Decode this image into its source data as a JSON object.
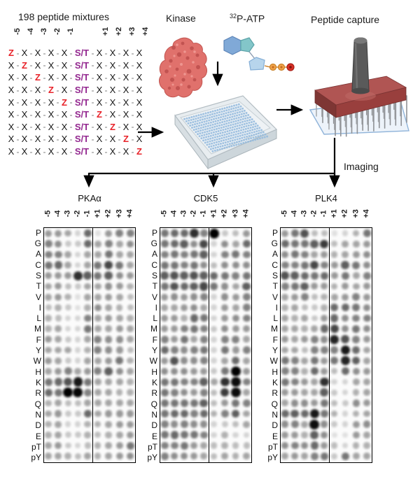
{
  "figure": {
    "title": "198 peptide mixtures",
    "kinase_label": "Kinase",
    "atp_label_sup": "32",
    "atp_label_main": "P-ATP",
    "capture_label": "Peptide capture",
    "imaging_label": "Imaging"
  },
  "colors": {
    "variable_residue_red": "#e8232a",
    "phosphoacceptor_purple": "#93278f",
    "kinase_blob": "#e0716c",
    "stamp_red": "#a94a47",
    "membrane_blue": "#8fb3d9",
    "plate_well_blue": "#93badd",
    "phosphate_orange": "#f0a44c",
    "gamma_phosphate_red": "#da3025"
  },
  "peptide_panel": {
    "positions": [
      "-5",
      "-4",
      "-3",
      "-2",
      "-1",
      "+1",
      "+2",
      "+3",
      "+4"
    ],
    "center_token": "S/T",
    "rows": [
      [
        "Z",
        "X",
        "X",
        "X",
        "X",
        "S/T",
        "X",
        "X",
        "X",
        "X"
      ],
      [
        "X",
        "Z",
        "X",
        "X",
        "X",
        "S/T",
        "X",
        "X",
        "X",
        "X"
      ],
      [
        "X",
        "X",
        "Z",
        "X",
        "X",
        "S/T",
        "X",
        "X",
        "X",
        "X"
      ],
      [
        "X",
        "X",
        "X",
        "Z",
        "X",
        "S/T",
        "X",
        "X",
        "X",
        "X"
      ],
      [
        "X",
        "X",
        "X",
        "X",
        "Z",
        "S/T",
        "X",
        "X",
        "X",
        "X"
      ],
      [
        "X",
        "X",
        "X",
        "X",
        "X",
        "S/T",
        "Z",
        "X",
        "X",
        "X"
      ],
      [
        "X",
        "X",
        "X",
        "X",
        "X",
        "S/T",
        "X",
        "Z",
        "X",
        "X"
      ],
      [
        "X",
        "X",
        "X",
        "X",
        "X",
        "S/T",
        "X",
        "X",
        "Z",
        "X"
      ],
      [
        "X",
        "X",
        "X",
        "X",
        "X",
        "S/T",
        "X",
        "X",
        "X",
        "Z"
      ]
    ]
  },
  "arrays_section": {
    "row_labels": [
      "P",
      "G",
      "A",
      "C",
      "S",
      "T",
      "V",
      "I",
      "L",
      "M",
      "F",
      "Y",
      "W",
      "H",
      "K",
      "R",
      "Q",
      "N",
      "D",
      "E",
      "pT",
      "pY"
    ],
    "col_labels": [
      "-5",
      "-4",
      "-3",
      "-2",
      "-1",
      "+1",
      "+2",
      "+3",
      "+4"
    ],
    "arrays": [
      {
        "name": "PKAα",
        "dots": [
          [
            0.35,
            0.35,
            0.3,
            0.1,
            0.55,
            0.05,
            0.35,
            0.45,
            0.45
          ],
          [
            0.45,
            0.4,
            0.15,
            0.15,
            0.55,
            0.3,
            0.45,
            0.3,
            0.4
          ],
          [
            0.45,
            0.45,
            0.3,
            0.1,
            0.3,
            0.3,
            0.5,
            0.3,
            0.3
          ],
          [
            0.5,
            0.55,
            0.3,
            0.1,
            0.3,
            0.5,
            0.7,
            0.5,
            0.3
          ],
          [
            0.35,
            0.35,
            0.35,
            0.8,
            0.6,
            0.5,
            0.6,
            0.4,
            0.35
          ],
          [
            0.3,
            0.35,
            0.2,
            0.15,
            0.3,
            0.3,
            0.4,
            0.35,
            0.25
          ],
          [
            0.3,
            0.35,
            0.25,
            0.05,
            0.3,
            0.3,
            0.35,
            0.3,
            0.2
          ],
          [
            0.2,
            0.25,
            0.15,
            0.05,
            0.25,
            0.4,
            0.3,
            0.25,
            0.2
          ],
          [
            0.25,
            0.2,
            0.1,
            0.1,
            0.45,
            0.3,
            0.35,
            0.3,
            0.25
          ],
          [
            0.25,
            0.3,
            0.1,
            0.1,
            0.5,
            0.3,
            0.3,
            0.35,
            0.3
          ],
          [
            0.35,
            0.3,
            0.15,
            0.1,
            0.3,
            0.45,
            0.4,
            0.4,
            0.3
          ],
          [
            0.3,
            0.3,
            0.3,
            0.1,
            0.25,
            0.45,
            0.4,
            0.35,
            0.2
          ],
          [
            0.35,
            0.3,
            0.15,
            0.1,
            0.3,
            0.3,
            0.35,
            0.5,
            0.25
          ],
          [
            0.3,
            0.35,
            0.45,
            0.3,
            0.35,
            0.45,
            0.6,
            0.4,
            0.3
          ],
          [
            0.5,
            0.55,
            0.65,
            0.9,
            0.5,
            0.3,
            0.3,
            0.3,
            0.25
          ],
          [
            0.55,
            0.5,
            1.0,
            0.97,
            0.45,
            0.3,
            0.3,
            0.25,
            0.25
          ],
          [
            0.25,
            0.3,
            0.2,
            0.2,
            0.3,
            0.3,
            0.3,
            0.3,
            0.3
          ],
          [
            0.3,
            0.35,
            0.15,
            0.15,
            0.55,
            0.3,
            0.35,
            0.35,
            0.35
          ],
          [
            0.25,
            0.3,
            0.1,
            0.1,
            0.25,
            0.25,
            0.3,
            0.35,
            0.35
          ],
          [
            0.25,
            0.3,
            0.15,
            0.15,
            0.25,
            0.2,
            0.25,
            0.3,
            0.35
          ],
          [
            0.3,
            0.35,
            0.15,
            0.1,
            0.2,
            0.25,
            0.3,
            0.35,
            0.5
          ],
          [
            0.3,
            0.3,
            0.25,
            0.2,
            0.3,
            0.25,
            0.3,
            0.35,
            0.4
          ]
        ]
      },
      {
        "name": "CDK5",
        "dots": [
          [
            0.5,
            0.55,
            0.55,
            0.8,
            0.45,
            1.0,
            0.15,
            0.2,
            0.35
          ],
          [
            0.5,
            0.55,
            0.6,
            0.4,
            0.7,
            0.1,
            0.4,
            0.3,
            0.55
          ],
          [
            0.45,
            0.5,
            0.45,
            0.5,
            0.6,
            0.1,
            0.45,
            0.5,
            0.45
          ],
          [
            0.5,
            0.5,
            0.45,
            0.5,
            0.4,
            0.2,
            0.4,
            0.4,
            0.4
          ],
          [
            0.6,
            0.65,
            0.6,
            0.65,
            0.6,
            0.55,
            0.5,
            0.45,
            0.5
          ],
          [
            0.5,
            0.65,
            0.55,
            0.6,
            0.7,
            0.5,
            0.4,
            0.3,
            0.6
          ],
          [
            0.35,
            0.4,
            0.35,
            0.4,
            0.45,
            0.1,
            0.4,
            0.35,
            0.45
          ],
          [
            0.3,
            0.3,
            0.35,
            0.4,
            0.3,
            0.1,
            0.35,
            0.3,
            0.45
          ],
          [
            0.35,
            0.35,
            0.25,
            0.55,
            0.5,
            0.1,
            0.35,
            0.4,
            0.45
          ],
          [
            0.35,
            0.35,
            0.45,
            0.5,
            0.45,
            0.15,
            0.4,
            0.35,
            0.35
          ],
          [
            0.45,
            0.35,
            0.5,
            0.3,
            0.45,
            0.1,
            0.45,
            0.45,
            0.3
          ],
          [
            0.55,
            0.45,
            0.4,
            0.45,
            0.5,
            0.1,
            0.5,
            0.35,
            0.45
          ],
          [
            0.35,
            0.65,
            0.4,
            0.4,
            0.45,
            0.1,
            0.3,
            0.55,
            0.3
          ],
          [
            0.4,
            0.4,
            0.4,
            0.35,
            0.35,
            0.15,
            0.5,
            1.0,
            0.35
          ],
          [
            0.5,
            0.5,
            0.45,
            0.45,
            0.6,
            0.3,
            0.8,
            0.95,
            0.45
          ],
          [
            0.5,
            0.45,
            0.4,
            0.35,
            0.45,
            0.2,
            0.75,
            0.95,
            0.3
          ],
          [
            0.5,
            0.5,
            0.5,
            0.5,
            0.6,
            0.2,
            0.35,
            0.5,
            0.45
          ],
          [
            0.5,
            0.55,
            0.55,
            0.45,
            0.55,
            0.25,
            0.45,
            0.6,
            0.3
          ],
          [
            0.45,
            0.4,
            0.45,
            0.4,
            0.4,
            0.1,
            0.15,
            0.2,
            0.3
          ],
          [
            0.5,
            0.55,
            0.5,
            0.5,
            0.45,
            0.1,
            0.25,
            0.1,
            0.1
          ],
          [
            0.45,
            0.45,
            0.5,
            0.35,
            0.3,
            0.2,
            0.25,
            0.2,
            0.2
          ],
          [
            0.45,
            0.4,
            0.4,
            0.35,
            0.3,
            0.2,
            0.3,
            0.25,
            0.3
          ]
        ]
      },
      {
        "name": "PLK4",
        "dots": [
          [
            0.35,
            0.5,
            0.65,
            0.2,
            0.2,
            0.05,
            0.1,
            0.25,
            0.5
          ],
          [
            0.55,
            0.5,
            0.5,
            0.6,
            0.75,
            0.2,
            0.3,
            0.3,
            0.35
          ],
          [
            0.4,
            0.5,
            0.45,
            0.3,
            0.35,
            0.25,
            0.3,
            0.35,
            0.4
          ],
          [
            0.45,
            0.45,
            0.5,
            0.7,
            0.45,
            0.35,
            0.6,
            0.5,
            0.4
          ],
          [
            0.65,
            0.6,
            0.55,
            0.5,
            0.55,
            0.35,
            0.5,
            0.3,
            0.45
          ],
          [
            0.45,
            0.5,
            0.6,
            0.35,
            0.35,
            0.25,
            0.35,
            0.3,
            0.35
          ],
          [
            0.3,
            0.35,
            0.45,
            0.2,
            0.25,
            0.3,
            0.35,
            0.45,
            0.35
          ],
          [
            0.25,
            0.3,
            0.2,
            0.15,
            0.25,
            0.55,
            0.55,
            0.5,
            0.4
          ],
          [
            0.3,
            0.25,
            0.3,
            0.15,
            0.35,
            0.55,
            0.4,
            0.45,
            0.45
          ],
          [
            0.3,
            0.3,
            0.25,
            0.3,
            0.55,
            0.7,
            0.4,
            0.5,
            0.4
          ],
          [
            0.35,
            0.3,
            0.35,
            0.45,
            0.4,
            0.85,
            0.65,
            0.45,
            0.35
          ],
          [
            0.3,
            0.3,
            0.2,
            0.45,
            0.45,
            0.45,
            0.9,
            0.55,
            0.3
          ],
          [
            0.5,
            0.45,
            0.3,
            0.5,
            0.35,
            0.5,
            0.85,
            0.6,
            0.3
          ],
          [
            0.45,
            0.45,
            0.25,
            0.55,
            0.35,
            0.2,
            0.55,
            0.4,
            0.35
          ],
          [
            0.5,
            0.45,
            0.35,
            0.3,
            0.8,
            0.1,
            0.1,
            0.3,
            0.3
          ],
          [
            0.35,
            0.35,
            0.3,
            0.3,
            0.6,
            0.15,
            0.1,
            0.25,
            0.3
          ],
          [
            0.3,
            0.4,
            0.4,
            0.35,
            0.5,
            0.2,
            0.15,
            0.4,
            0.35
          ],
          [
            0.55,
            0.6,
            0.55,
            0.9,
            0.5,
            0.25,
            0.1,
            0.25,
            0.3
          ],
          [
            0.4,
            0.45,
            0.3,
            0.95,
            0.4,
            0.15,
            0.1,
            0.35,
            0.4
          ],
          [
            0.35,
            0.35,
            0.25,
            0.6,
            0.4,
            0.05,
            0.05,
            0.35,
            0.3
          ],
          [
            0.4,
            0.45,
            0.4,
            0.55,
            0.35,
            0.2,
            0.1,
            0.25,
            0.25
          ],
          [
            0.3,
            0.35,
            0.3,
            0.45,
            0.5,
            0.15,
            0.5,
            0.3,
            0.3
          ]
        ]
      }
    ]
  }
}
